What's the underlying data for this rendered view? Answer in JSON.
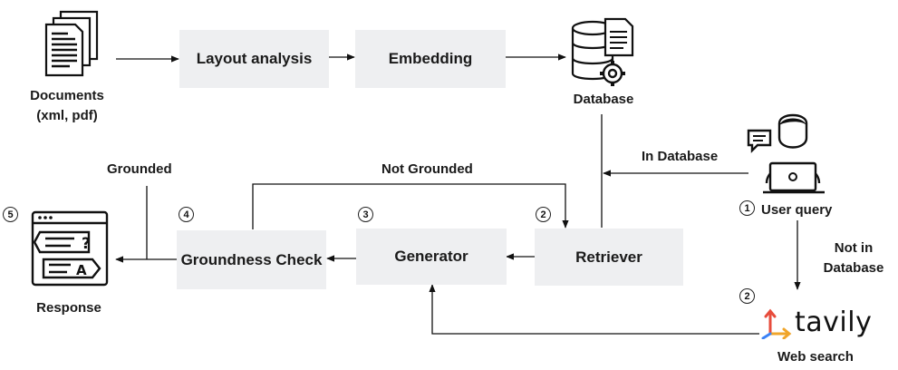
{
  "nodes": {
    "documents": {
      "label": "Documents",
      "sublabel": "(xml, pdf)"
    },
    "layout_analysis": {
      "label": "Layout analysis"
    },
    "embedding": {
      "label": "Embedding"
    },
    "database": {
      "label": "Database"
    },
    "user_query": {
      "label": "User query",
      "step": "1"
    },
    "retriever": {
      "label": "Retriever",
      "step": "2"
    },
    "generator": {
      "label": "Generator",
      "step": "3"
    },
    "groundness_check": {
      "label": "Groundness Check",
      "step": "4"
    },
    "response": {
      "label": "Response",
      "step": "5"
    },
    "web_search": {
      "label": "Web search",
      "step": "2",
      "brand": "tavily"
    }
  },
  "edges": {
    "in_database": "In Database",
    "not_in_database": "Not in\nDatabase",
    "grounded": "Grounded",
    "not_grounded": "Not Grounded"
  },
  "colors": {
    "box_fill": "#eeeff1",
    "stroke": "#111111",
    "tavily_red": "#e74c3c",
    "tavily_yellow": "#f0a52a",
    "tavily_blue": "#3b82f6"
  }
}
